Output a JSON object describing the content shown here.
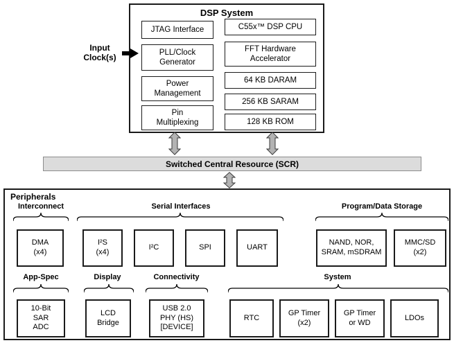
{
  "dsp": {
    "title": "DSP System",
    "jtag": "JTAG Interface",
    "pll": "PLL/Clock\nGenerator",
    "power": "Power\nManagement",
    "pinmux": "Pin\nMultiplexing",
    "cpu": "C55x™ DSP CPU",
    "fft": "FFT Hardware\nAccelerator",
    "daram": "64 KB DARAM",
    "saram": "256 KB SARAM",
    "rom": "128 KB ROM"
  },
  "input_clocks": "Input\nClock(s)",
  "scr": "Switched Central Resource (SCR)",
  "peripherals": {
    "title": "Peripherals",
    "group_interconnect": "Interconnect",
    "group_serial": "Serial Interfaces",
    "group_storage": "Program/Data Storage",
    "group_appspec": "App-Spec",
    "group_display": "Display",
    "group_connectivity": "Connectivity",
    "group_system": "System",
    "dma": "DMA\n(x4)",
    "i2s": "I²S\n(x4)",
    "i2c": "I²C",
    "spi": "SPI",
    "uart": "UART",
    "nand": "NAND, NOR,\nSRAM, mSDRAM",
    "mmcsd": "MMC/SD\n(x2)",
    "adc": "10-Bit\nSAR\nADC",
    "lcd": "LCD\nBridge",
    "usb": "USB 2.0\nPHY (HS)\n[DEVICE]",
    "rtc": "RTC",
    "gptimer": "GP Timer\n(x2)",
    "gptimer_wd": "GP Timer\nor WD",
    "ldos": "LDOs"
  },
  "colors": {
    "scr_fill": "#dcdcdc",
    "arrow_fill": "#b3b3b3",
    "border": "#1a1a1a"
  }
}
